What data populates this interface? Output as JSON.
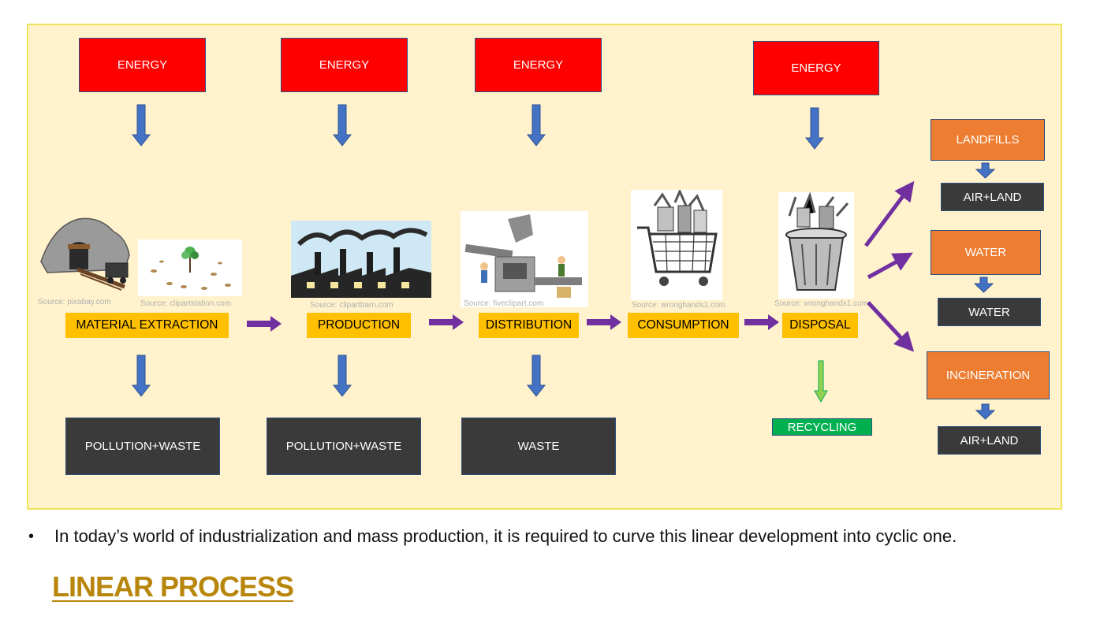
{
  "energy_label": "ENERGY",
  "stages": {
    "extraction": "MATERIAL EXTRACTION",
    "production": "PRODUCTION",
    "distribution": "DISTRIBUTION",
    "consumption": "CONSUMPTION",
    "disposal": "DISPOSAL"
  },
  "outputs": {
    "extraction": "POLLUTION+WASTE",
    "production": "POLLUTION+WASTE",
    "distribution": "WASTE"
  },
  "recycling": "RECYCLING",
  "disposal_routes": {
    "landfills": "LANDFILLS",
    "landfills_out": "AIR+LAND",
    "water": "WATER",
    "water_out": "WATER",
    "incineration": "INCINERATION",
    "incineration_out": "AIR+LAND"
  },
  "sources": {
    "mine": "Source: pixabay.com",
    "stumps": "Source: clipartstation.com",
    "factory": "Source: clipartbarn.com",
    "conveyor": "Source: fiveclipart.com",
    "cart": "Source: wronghands1.com",
    "trash": "Source: wronghands1.com"
  },
  "colors": {
    "energy": "#ff0000",
    "stage": "#ffc000",
    "dark_box": "#3a3a3a",
    "route_box": "#ed7d31",
    "recycling": "#00b050",
    "blue_arrow": "#4472c4",
    "purple_arrow": "#7030a0",
    "green_arrow": "#92d050",
    "panel_bg": "#fff2cc",
    "heading": "#b8860b"
  },
  "bullet_text": "In today’s world of industrialization and mass production, it is required to curve this linear development into cyclic one.",
  "heading": "LINEAR PROCESS"
}
